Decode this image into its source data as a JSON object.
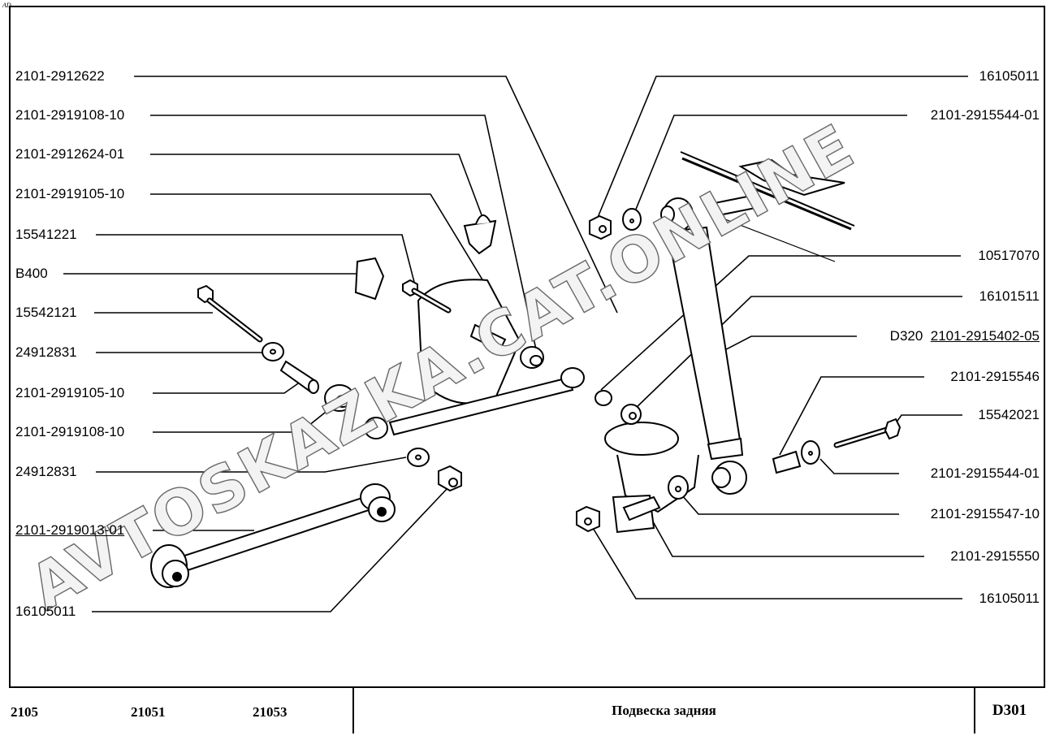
{
  "corner_mark": "AD",
  "watermark": "AVTOSKAZKA.CAT.ONLINE",
  "callouts_left": [
    {
      "id": "l1",
      "text": "2101-2912622",
      "underline": false
    },
    {
      "id": "l2",
      "text": "2101-2919108-10",
      "underline": false
    },
    {
      "id": "l3",
      "text": "2101-2912624-01",
      "underline": false
    },
    {
      "id": "l4",
      "text": "2101-2919105-10",
      "underline": false
    },
    {
      "id": "l5",
      "text": "15541221",
      "underline": false
    },
    {
      "id": "l6",
      "text": "B400",
      "underline": false
    },
    {
      "id": "l7",
      "text": "15542121",
      "underline": false
    },
    {
      "id": "l8",
      "text": "24912831",
      "underline": false
    },
    {
      "id": "l9",
      "text": "2101-2919105-10",
      "underline": false
    },
    {
      "id": "l10",
      "text": "2101-2919108-10",
      "underline": false
    },
    {
      "id": "l11",
      "text": "24912831",
      "underline": false
    },
    {
      "id": "l12",
      "text": "2101-2919013-01",
      "underline": true
    },
    {
      "id": "l13",
      "text": "16105011",
      "underline": false
    }
  ],
  "callouts_right": [
    {
      "id": "r1",
      "text": "16105011"
    },
    {
      "id": "r2",
      "text": "2101-2915544-01"
    },
    {
      "id": "r3",
      "text": "10517070"
    },
    {
      "id": "r4",
      "text": "16101511"
    },
    {
      "id": "r5",
      "prefix": "D320",
      "text": "2101-2915402-05",
      "underline": true
    },
    {
      "id": "r6",
      "text": "2101-2915546"
    },
    {
      "id": "r7",
      "text": "15542021"
    },
    {
      "id": "r8",
      "text": "2101-2915544-01"
    },
    {
      "id": "r9",
      "text": "2101-2915547-10"
    },
    {
      "id": "r10",
      "text": "2101-2915550"
    },
    {
      "id": "r11",
      "text": "16105011"
    }
  ],
  "title_block": {
    "models": [
      "2105",
      "21051",
      "21053"
    ],
    "title": "Подвеска задняя",
    "code": "D301"
  }
}
